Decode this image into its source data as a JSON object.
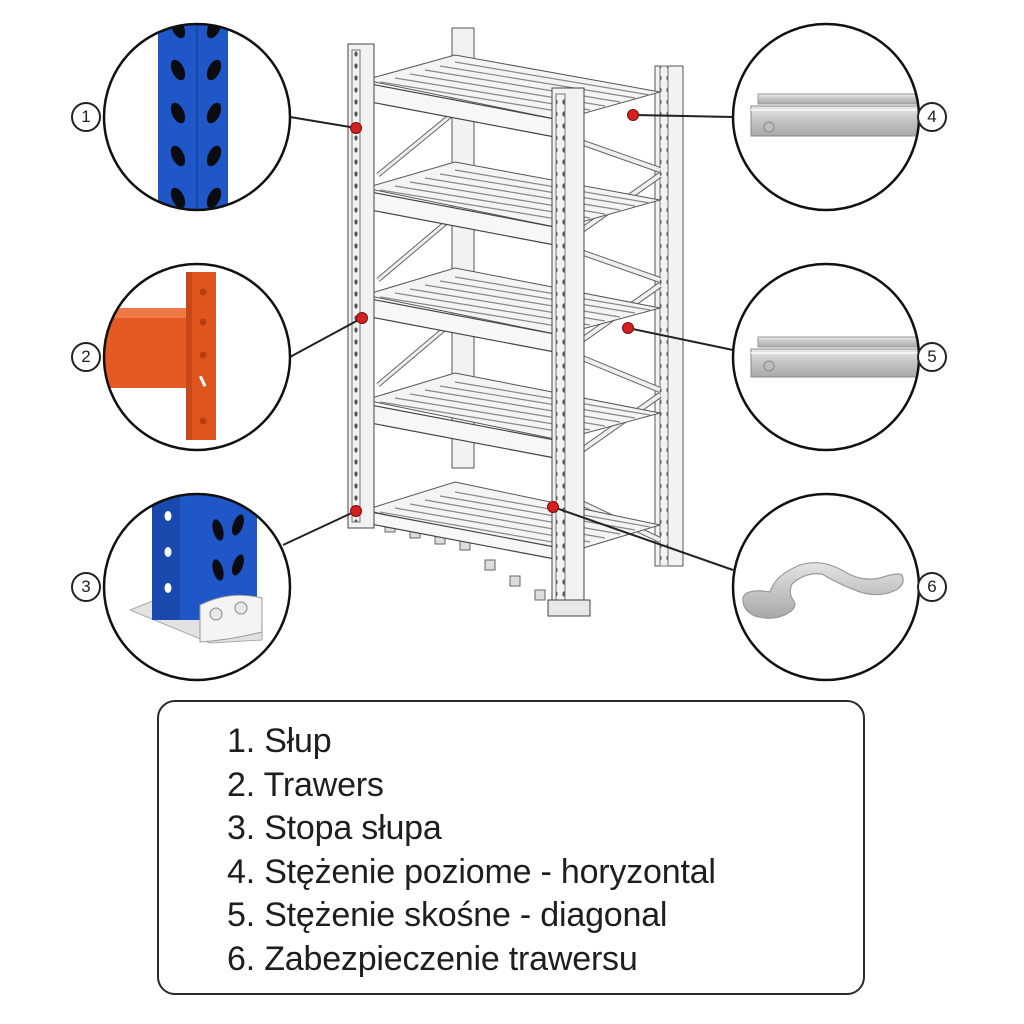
{
  "diagram": {
    "subject": "shelving-rack",
    "colors": {
      "marker": "#d42020",
      "upright_blue": "#1f56c8",
      "beam_orange": "#e55a22",
      "steel_gray": "#c8c8c8",
      "outline": "#222222"
    },
    "callouts": [
      {
        "number": "1",
        "part": "upright-detail"
      },
      {
        "number": "2",
        "part": "beam-detail"
      },
      {
        "number": "3",
        "part": "footplate-detail"
      },
      {
        "number": "4",
        "part": "horizontal-brace-detail"
      },
      {
        "number": "5",
        "part": "diagonal-brace-detail"
      },
      {
        "number": "6",
        "part": "beam-lock-detail"
      }
    ]
  },
  "legend": {
    "items": [
      "1. Słup",
      "2. Trawers",
      "3. Stopa słupa",
      "4. Stężenie poziome - horyzontal",
      "5. Stężenie skośne - diagonal",
      "6. Zabezpieczenie trawersu"
    ]
  }
}
